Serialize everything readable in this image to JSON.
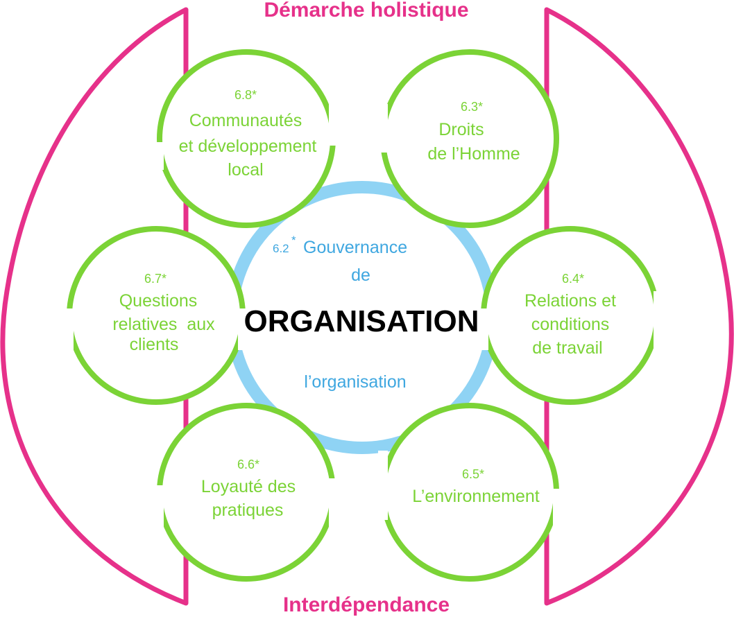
{
  "title_top": "Démarche holistique",
  "title_bottom": "Interdépendance",
  "center": {
    "label": "ORGANISATION",
    "governance": {
      "number": "6.2",
      "star": "*",
      "line1": "Gouvernance",
      "line2": "de",
      "line3": "l’organisation"
    }
  },
  "topics": [
    {
      "id": "communautes",
      "number": "6.8*",
      "lines": [
        "Communautés",
        "et développement",
        "local"
      ]
    },
    {
      "id": "droits",
      "number": "6.3*",
      "lines": [
        "Droits",
        "de l’Homme"
      ]
    },
    {
      "id": "questions",
      "number": "6.7*",
      "lines": [
        "Questions",
        "relatives  aux",
        "clients"
      ]
    },
    {
      "id": "relations",
      "number": "6.4*",
      "lines": [
        "Relations et",
        "conditions",
        "de travail"
      ]
    },
    {
      "id": "loyaute",
      "number": "6.6*",
      "lines": [
        "Loyauté des",
        "pratiques"
      ]
    },
    {
      "id": "environnement",
      "number": "6.5*",
      "lines": [
        "L’environnement"
      ]
    }
  ],
  "colors": {
    "pink": "#e6318a",
    "green": "#7bd336",
    "blue": "#8fd3f4",
    "blue_text": "#3fa7e0",
    "black": "#000000"
  }
}
